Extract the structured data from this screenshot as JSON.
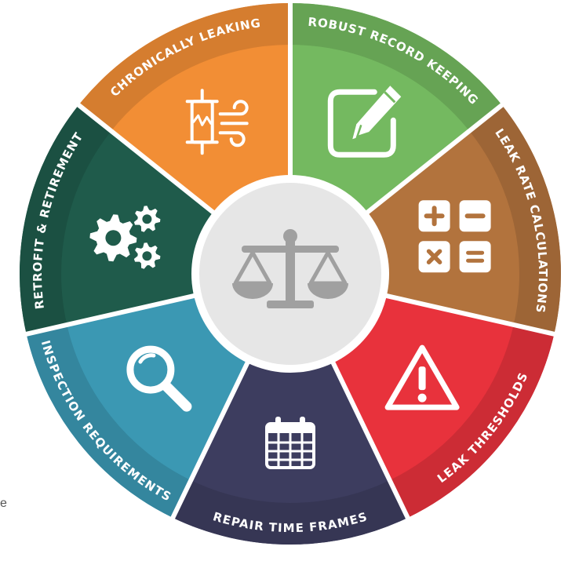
{
  "diagram": {
    "center_icon": "scales-of-justice-icon",
    "segments": [
      {
        "id": "robust-record-keeping",
        "label": "ROBUST RECORD KEEPING",
        "icon": "pencil-edit-icon",
        "color": "#74b960"
      },
      {
        "id": "leak-rate-calculations",
        "label": "LEAK RATE CALCULATIONS",
        "icon": "calculator-icon",
        "color": "#b2733d"
      },
      {
        "id": "leak-thresholds",
        "label": "LEAK THRESHOLDS",
        "icon": "warning-icon",
        "color": "#e8323c"
      },
      {
        "id": "repair-time-frames",
        "label": "REPAIR TIME FRAMES",
        "icon": "calendar-icon",
        "color": "#3d3d5f"
      },
      {
        "id": "inspection-requirements",
        "label": "INSPECTION REQUIREMENTS",
        "icon": "magnifier-icon",
        "color": "#3b98b3"
      },
      {
        "id": "retrofit-retirement",
        "label": "RETROFIT & RETIREMENT",
        "icon": "gears-icon",
        "color": "#1f5b4b"
      },
      {
        "id": "chronically-leaking",
        "label": "CHRONICALLY LEAKING",
        "icon": "leaking-pipe-icon",
        "color": "#f28e35"
      }
    ]
  },
  "stray_text": "e"
}
